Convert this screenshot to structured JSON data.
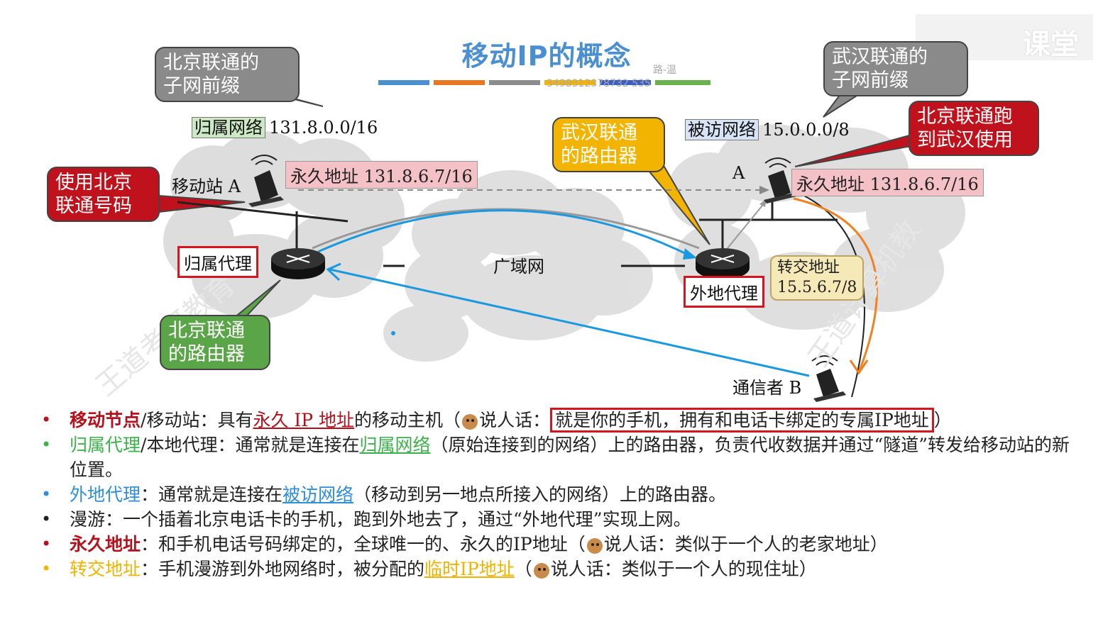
{
  "title": "移动IP的概念",
  "title_colors": [
    "#4a8fd0",
    "#e87722",
    "#8c8c8c",
    "#f3b400",
    "#3b5fc0",
    "#6ab04c"
  ],
  "logo_text": "课堂",
  "watermark_digits": "3498312378732 535",
  "watermark_small": "路-温",
  "diagram": {
    "bubble_bj_subnet": "北京联通的\n子网前缀",
    "bubble_wh_subnet": "武汉联通的\n子网前缀",
    "bubble_bj_number": "使用北京\n联通号码",
    "bubble_wh_router": "武汉联通\n的路由器",
    "bubble_bj_to_wh": "北京联通跑\n到武汉使用",
    "bubble_bj_router": "北京联通\n的路由器",
    "home_net_label": "归属网络",
    "home_net_addr": "131.8.0.0/16",
    "visit_net_label": "被访网络",
    "visit_net_addr": "15.0.0.0/8",
    "mobile_station": "移动站 A",
    "station_a": "A",
    "permanent_addr_home": "永久地址 131.8.6.7/16",
    "permanent_addr_visit": "永久地址 131.8.6.7/16",
    "home_agent": "归属代理",
    "foreign_agent": "外地代理",
    "wan": "广域网",
    "care_of_addr": "转交地址\n15.5.6.7/8",
    "correspondent": "通信者 B"
  },
  "bullets": [
    {
      "term": "移动节点",
      "rest1": "/移动站：具有",
      "link": "永久 IP 地址",
      "rest2": "的移动主机（",
      "say": "说人话：",
      "boxed": "就是你的手机，拥有和电话卡绑定的专属IP地址",
      "end": "）"
    },
    {
      "term": "归属代理",
      "rest1": "/本地代理：通常就是连接在",
      "link": "归属网络",
      "rest2": "（原始连接到的网络）上的路由器，负责代收数据并通过“隧道”转发给移动站的新位置。"
    },
    {
      "term": "外地代理",
      "rest1": "：通常就是连接在",
      "link": "被访网络",
      "rest2": "（移动到另一地点所接入的网络）上的路由器。"
    },
    {
      "term": "",
      "rest1": "漫游：一个插着北京电话卡的手机，跑到外地去了，通过“外地代理”实现上网。"
    },
    {
      "term": "永久地址",
      "rest1": "：和手机电话号码绑定的，全球唯一的、永久的IP地址（",
      "say": "说人话：类似于一个人的老家地址",
      "end": "）"
    },
    {
      "term": "转交地址",
      "rest1": "：手机漫游到外地网络时，被分配的",
      "link": "临时IP地址",
      "rest2": "（",
      "say": "说人话：类似于一个人的现住址",
      "end": "）"
    }
  ]
}
